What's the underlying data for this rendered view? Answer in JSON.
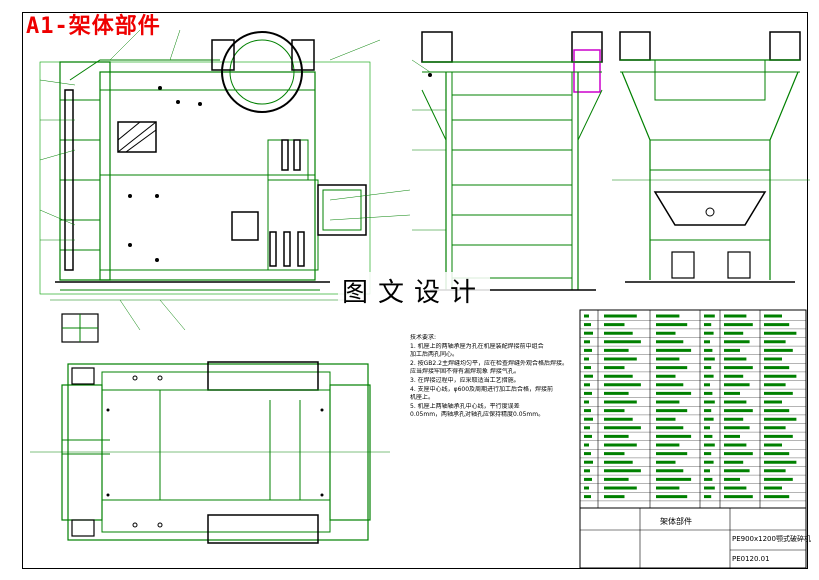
{
  "sheet": {
    "title": "A1-架体部件",
    "watermark": "图文设计"
  },
  "notes": {
    "heading": "技术要求:",
    "lines": [
      "1. 机座上的两轴承座为孔在机座装配焊接前中组合",
      "加工后两孔同心。",
      "2. 按GB2.2主焊缝均匀平，应在检查焊缝外观合格后焊接。",
      "应当焊接牢固不得有漏焊现象 焊接气孔。",
      "3. 在焊接过程中，应采取适当工艺措施。",
      "4. 支座中心线，φ600及周期进行加工后合格，焊接前",
      "机座上。",
      "5. 机座上两轴轴承孔中心线，平行度误差",
      "0.05mm，两轴承孔对轴孔应保持精度0.05mm。"
    ]
  },
  "title_block": {
    "part_name": "架体部件",
    "product_name": "PE900x1200颚式破碎机",
    "drawing_number": "PE0120.01"
  },
  "colors": {
    "line": "#008000",
    "line_light": "#00a000",
    "accent": "#000000",
    "highlight": "#cc00cc",
    "title": "#e00000"
  }
}
